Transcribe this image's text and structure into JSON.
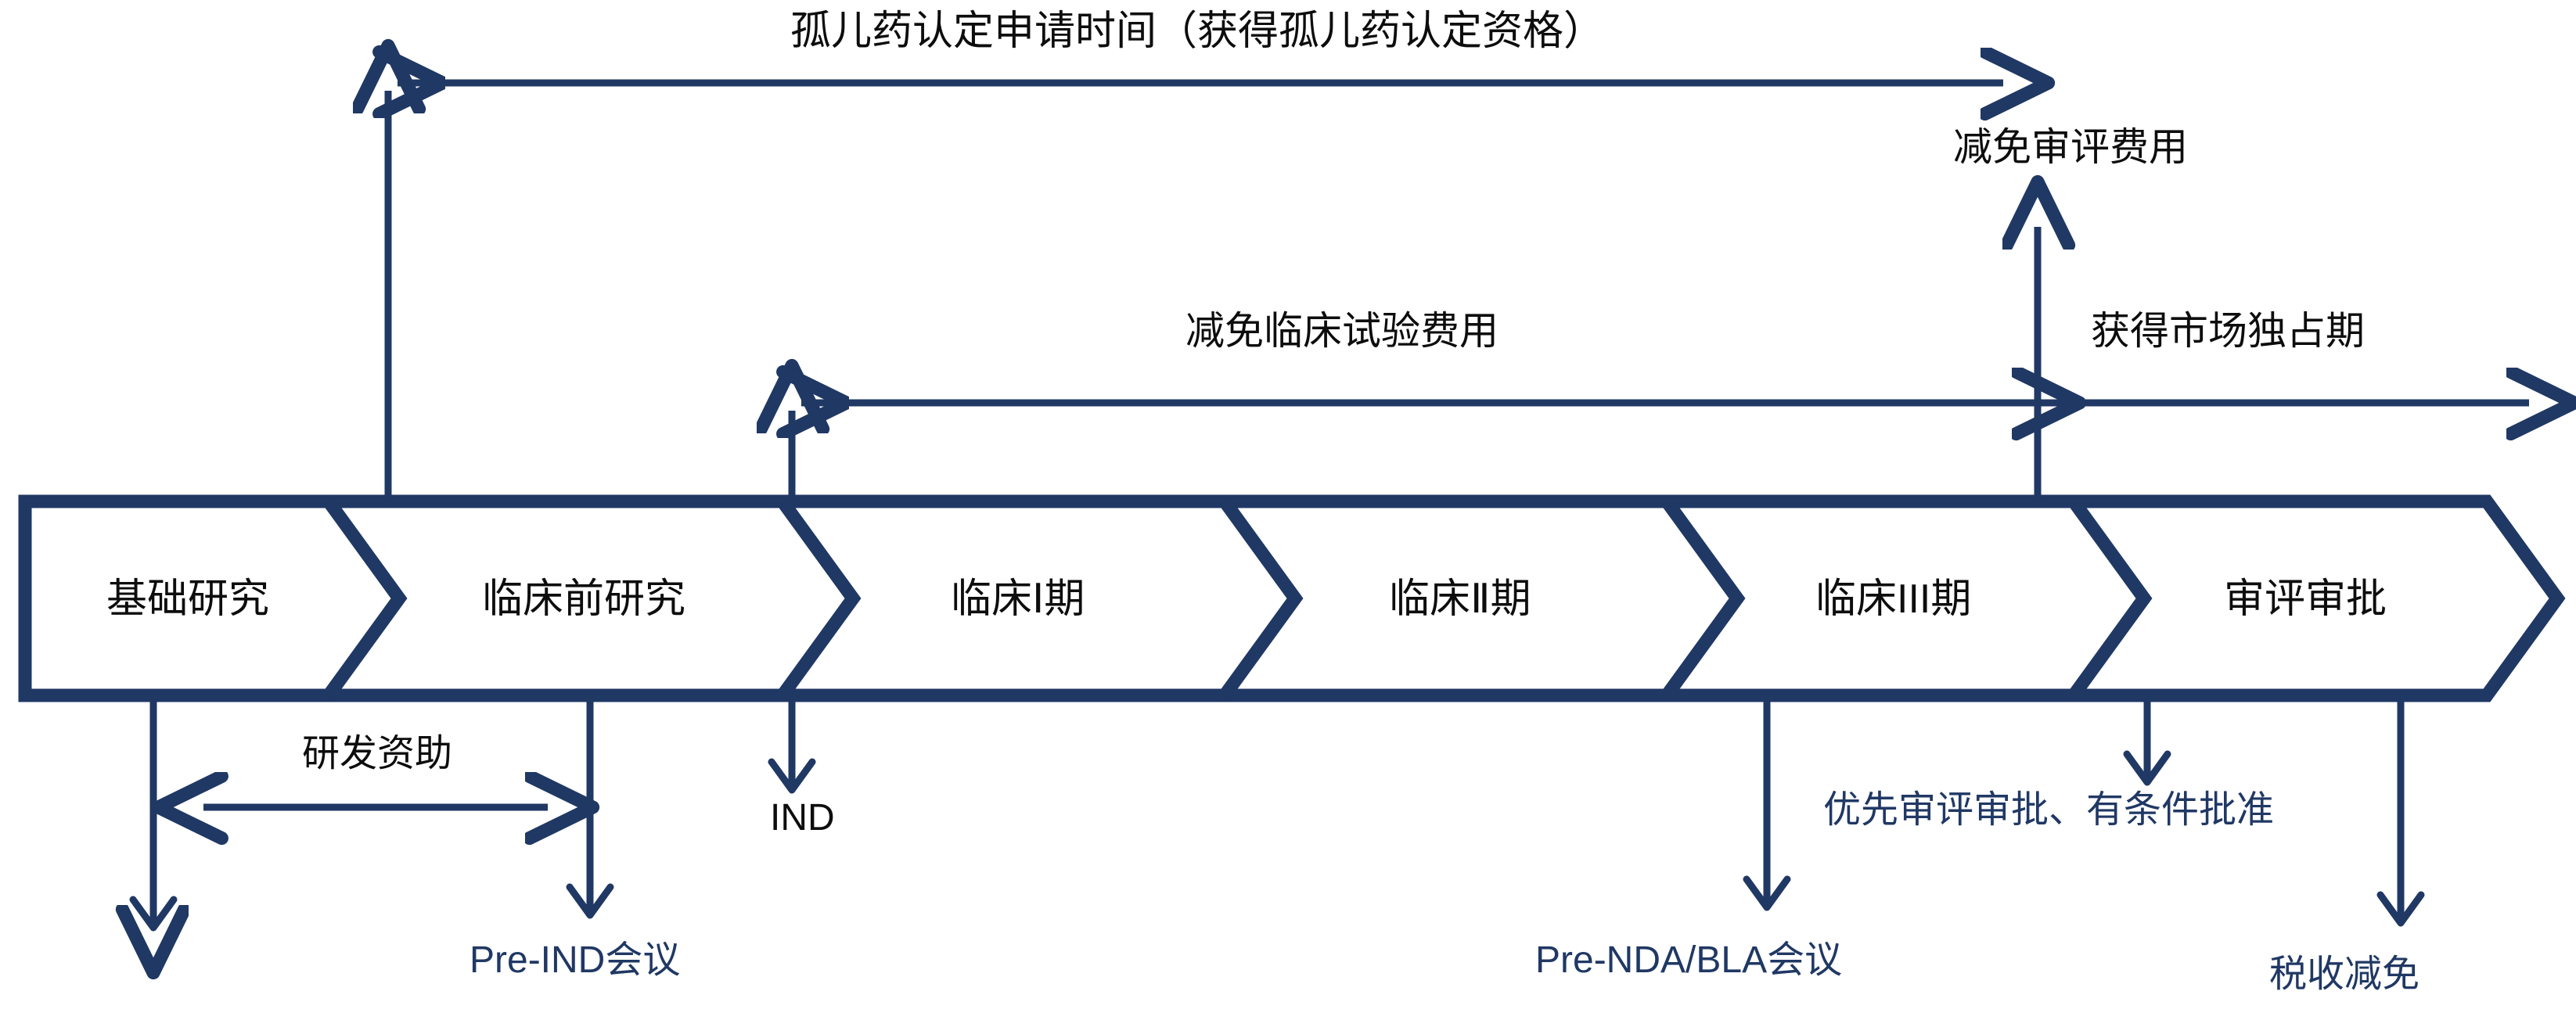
{
  "diagram": {
    "title": "孤儿药认定申请时间（获得孤儿药认定资格）",
    "theme": {
      "line_color": "#203864",
      "text_black": "#0d0d0d",
      "text_blue": "#203864",
      "background": "#ffffff"
    },
    "process_stages": [
      {
        "label": "基础研究"
      },
      {
        "label": "临床前研究"
      },
      {
        "label": "临床Ⅰ期"
      },
      {
        "label": "临床Ⅱ期"
      },
      {
        "label": "临床III期"
      },
      {
        "label": "审评审批"
      }
    ],
    "annotations": {
      "orphan_designation_span": "孤儿药认定申请时间（获得孤儿药认定资格）",
      "fee_waiver_review": "减免审评费用",
      "fee_waiver_trials": "减免临床试验费用",
      "market_exclusivity": "获得市场独占期",
      "rd_funding": "研发资助",
      "ind": "IND",
      "pre_ind_meeting": "Pre-IND会议",
      "priority_review": "优先审评审批、有条件批准",
      "pre_nda_bla_meeting": "Pre-NDA/BLA会议",
      "tax_reduction": "税收减免"
    }
  }
}
